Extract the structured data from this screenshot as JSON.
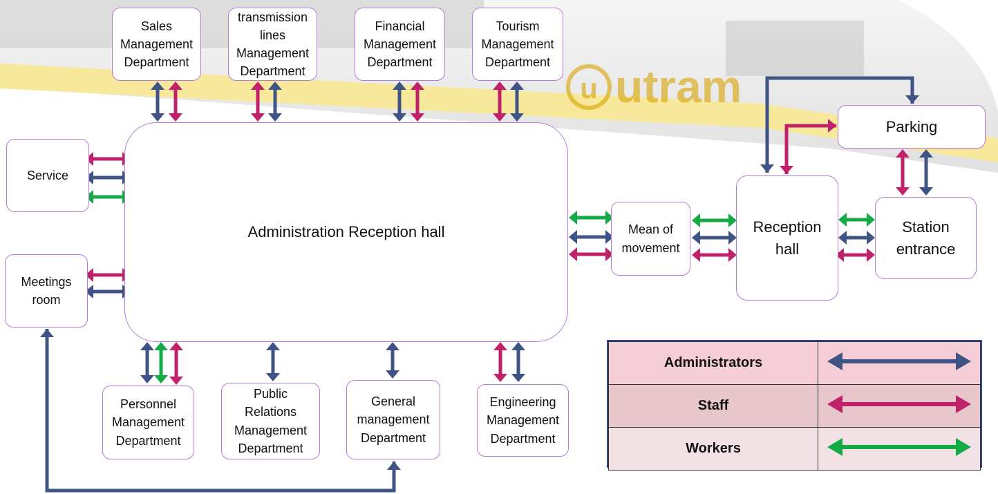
{
  "colors": {
    "administrators": "#3f5384",
    "staff": "#c0226a",
    "workers": "#14aa46",
    "box_border": "#b57ad9"
  },
  "background": {
    "logo_text": "utram"
  },
  "nodes": {
    "sales": "Sales\nManagement\nDepartment",
    "transmission": "transmission\nlines\nManagement\nDepartment",
    "financial": "Financial\nManagement\nDepartment",
    "tourism": "Tourism\nManagement\nDepartment",
    "service": "Service",
    "meetings": "Meetings\nroom",
    "admin_hall": "Administration Reception hall",
    "personnel": "Personnel\nManagement\nDepartment",
    "public_relations": "Public\nRelations\nManagement\nDepartment",
    "general": "General\nmanagement\nDepartment",
    "engineering": "Engineering\nManagement\nDepartment",
    "mean_movement": "Mean of\nmovement",
    "reception_hall": "Reception\nhall",
    "station_entrance": "Station\nentrance",
    "parking": "Parking"
  },
  "legend": [
    {
      "label": "Administrators",
      "color_key": "administrators"
    },
    {
      "label": "Staff",
      "color_key": "staff"
    },
    {
      "label": "Workers",
      "color_key": "workers"
    }
  ]
}
